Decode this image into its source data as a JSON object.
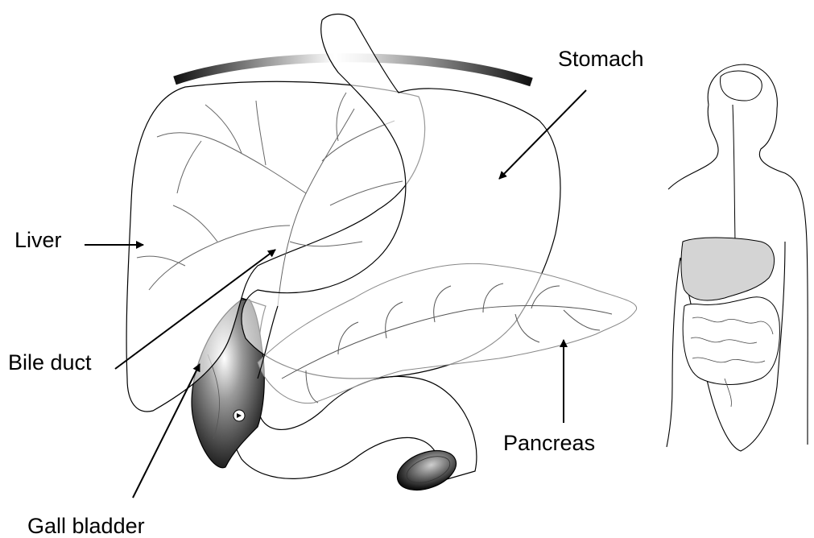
{
  "labels": {
    "stomach": "Stomach",
    "liver": "Liver",
    "bile_duct": "Bile duct",
    "pancreas": "Pancreas",
    "gall_bladder": "Gall bladder"
  },
  "colors": {
    "outline": "#000000",
    "organ_fill": "#ffffff",
    "inset_highlight": "#d4d4d4",
    "gallbladder_dark": "#1a1a1a"
  }
}
